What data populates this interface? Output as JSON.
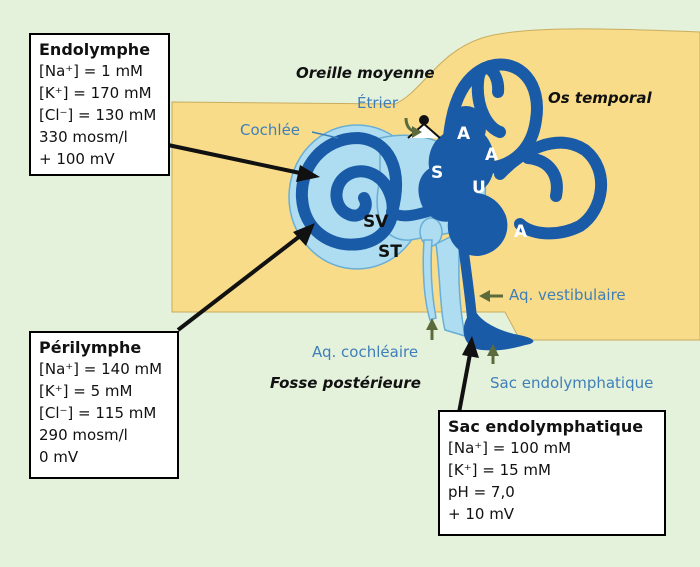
{
  "boxes": {
    "endolymphe": {
      "title": "Endolymphe",
      "lines": [
        "[Na⁺] = 1 mM",
        "[K⁺] = 170 mM",
        "[Cl⁻] = 130 mM",
        "330 mosm/l",
        "+ 100 mV"
      ]
    },
    "perilymphe": {
      "title": "Périlymphe",
      "lines": [
        "[Na⁺] = 140 mM",
        "[K⁺] = 5 mM",
        "[Cl⁻] = 115 mM",
        "290 mosm/l",
        "0 mV"
      ]
    },
    "sac": {
      "title": "Sac endolymphatique",
      "lines": [
        "[Na⁺] = 100 mM",
        "[K⁺] = 15 mM",
        "pH = 7,0",
        "+ 10 mV"
      ]
    }
  },
  "labels": {
    "oreille_moyenne": "Oreille moyenne",
    "etrier": "Étrier",
    "os_temporal": "Os temporal",
    "cochlee": "Cochlée",
    "aq_vestibulaire": "Aq. vestibulaire",
    "aq_cochleaire": "Aq. cochléaire",
    "fosse_posterieure": "Fosse postérieure",
    "sac_endolymphatique": "Sac endolymphatique"
  },
  "markers": {
    "sv": "SV",
    "st": "ST",
    "s": "S",
    "u": "U",
    "a": "A"
  },
  "colors": {
    "background": "#e4f1db",
    "bone": "#f8dc8a",
    "perilymph": "#aedcf0",
    "endolymph": "#1a5ba8",
    "label_blue": "#3f7fb8",
    "pointer_green": "#5c6b3c"
  }
}
